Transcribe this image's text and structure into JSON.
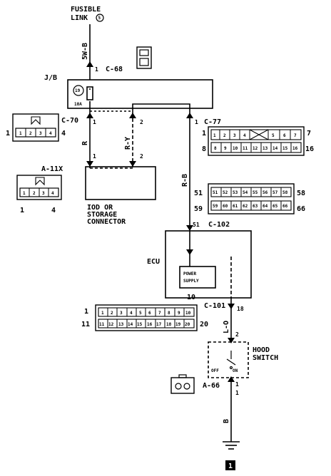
{
  "fusible_link": {
    "line1": "FUSIBLE",
    "line2": "LINK",
    "number": "5"
  },
  "wire_5wb": "5W-B",
  "jb": {
    "label": "J/B",
    "fuse_number": "19",
    "fuse_rating": "10A"
  },
  "connectors": {
    "c68": "C-68",
    "c70": "C-70",
    "c77": "C-77",
    "a11x": "A-11X",
    "c102": "C-102",
    "c101": "C-101",
    "a66": "A-66"
  },
  "wires": {
    "r": "R",
    "ry": "R-Y",
    "rb": "R-B",
    "lo": "L-O",
    "b": "B"
  },
  "c70_face": {
    "pins": [
      "1",
      "2",
      "3",
      "4"
    ],
    "left": "1",
    "right": "4"
  },
  "a11x_face": {
    "pins": [
      "1",
      "2",
      "3",
      "4"
    ],
    "left": "1",
    "right": "4"
  },
  "c77_face": {
    "row1": [
      "1",
      "2",
      "3",
      "4",
      "",
      "5",
      "6",
      "7"
    ],
    "row2": [
      "8",
      "9",
      "10",
      "11",
      "12",
      "13",
      "14",
      "15",
      "16"
    ],
    "left1": "1",
    "right1": "7",
    "left2": "8",
    "right2": "16"
  },
  "c102_face": {
    "row1": [
      "51",
      "52",
      "53",
      "54",
      "55",
      "56",
      "57",
      "58"
    ],
    "row2": [
      "59",
      "60",
      "61",
      "62",
      "63",
      "64",
      "65",
      "66"
    ],
    "left1": "51",
    "right1": "58",
    "left2": "59",
    "right2": "66"
  },
  "c101_face": {
    "row1": [
      "1",
      "2",
      "3",
      "4",
      "5",
      "6",
      "7",
      "8",
      "9",
      "10"
    ],
    "row2": [
      "11",
      "12",
      "13",
      "14",
      "15",
      "16",
      "17",
      "18",
      "19",
      "20"
    ],
    "left1": "1",
    "right1": "10",
    "left2": "11",
    "right2": "20"
  },
  "iod": {
    "line1": "IOD OR",
    "line2": "STORAGE",
    "line3": "CONNECTOR"
  },
  "ecu": {
    "label": "ECU",
    "ps1": "POWER",
    "ps2": "SUPPLY"
  },
  "hood": {
    "line1": "HOOD",
    "line2": "SWITCH",
    "off": "OFF",
    "on": "ON"
  },
  "pins": {
    "c68": "1",
    "c70": "1",
    "c70_b": "1",
    "c70_2": "2",
    "c70_2b": "2",
    "c77": "1",
    "c102": "51",
    "c101": "18",
    "hood_2": "2",
    "hood_1": "1",
    "a66": "1"
  },
  "ground_ref": "1"
}
